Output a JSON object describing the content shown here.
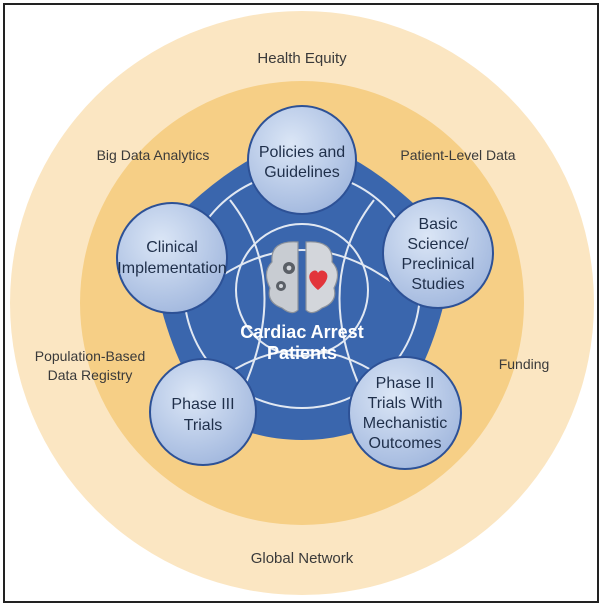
{
  "colors": {
    "outer_ring": "#fbe6c2",
    "inner_ring": "#f6cf86",
    "pentagon": "#3a66ad",
    "node_fill_light": "#dbe6f6",
    "node_fill_dark": "#9db4dc",
    "node_stroke": "#2d5196",
    "brain_left": "#c8ccd2",
    "brain_right": "#d3d6db",
    "heart": "#e2353b"
  },
  "outer_labels": {
    "top": "Health Equity",
    "upper_left": "Big Data Analytics",
    "upper_right": "Patient-Level Data",
    "left_1": "Population-Based",
    "left_2": "Data Registry",
    "right": "Funding",
    "bottom": "Global Network"
  },
  "center": {
    "line1": "Cardiac Arrest",
    "line2": "Patients",
    "icons": [
      "brain-icon",
      "gear-icon",
      "heart-icon"
    ]
  },
  "nodes": {
    "top": [
      "Policies and",
      "Guidelines"
    ],
    "right": [
      "Basic",
      "Science/",
      "Preclinical",
      "Studies"
    ],
    "bottom_right": [
      "Phase II",
      "Trials With",
      "Mechanistic",
      "Outcomes"
    ],
    "bottom_left": [
      "Phase III",
      "Trials"
    ],
    "left": [
      "Clinical",
      "Implementation"
    ]
  }
}
